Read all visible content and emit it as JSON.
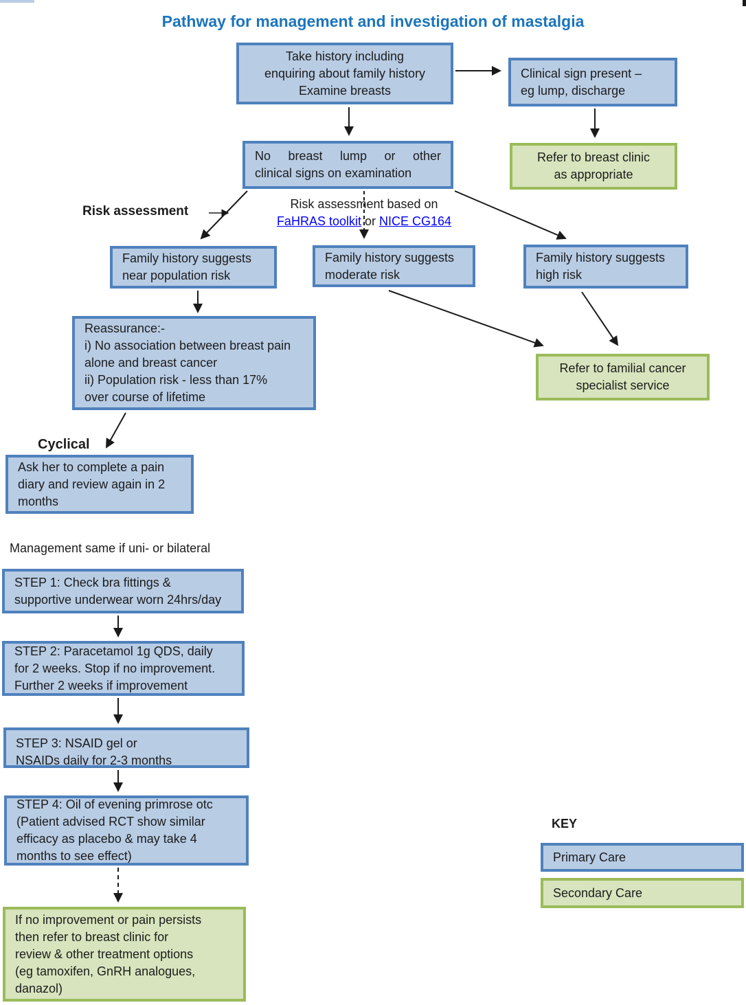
{
  "title": "Pathway for management and investigation of mastalgia",
  "colors": {
    "primary_care_fill": "#b8cce4",
    "primary_care_border": "#4f81bd",
    "secondary_care_fill": "#d7e4bd",
    "secondary_care_border": "#9bbb59",
    "title_text": "#1b75bc",
    "link_text": "#0000ff"
  },
  "flow": {
    "take_history": "Take history including\nenquiring about family history\nExamine breasts",
    "clinical_sign": "Clinical sign present –\neg lump, discharge",
    "no_breast_lump_line1": "No breast lump or other",
    "no_breast_lump_line2": "clinical signs on examination",
    "refer_breast_clinic": "Refer to breast clinic\nas appropriate",
    "risk_assessment_label": "Risk assessment",
    "risk_based_on": "Risk assessment based on",
    "fahras_link": "FaHRAS toolkit",
    "or_text": " or ",
    "nice_link": "NICE CG164",
    "family_near": "Family history suggests\nnear population risk",
    "family_moderate": "Family history suggests\nmoderate risk",
    "family_high": "Family history suggests\nhigh risk",
    "reassurance": "Reassurance:-\ni) No association between breast pain\nalone and breast cancer\nii) Population risk - less than 17%\nover course of lifetime",
    "refer_familial": "Refer to familial cancer\nspecialist service",
    "cyclical_label": "Cyclical",
    "pain_diary": "Ask her to complete a pain\ndiary and review again in 2\nmonths",
    "management_note": "Management same if uni- or bilateral",
    "step1": "STEP 1: Check bra fittings &\nsupportive underwear worn 24hrs/day",
    "step2": "STEP 2: Paracetamol 1g QDS, daily\nfor 2 weeks. Stop if no improvement.\nFurther 2 weeks if improvement",
    "step3": "STEP 3: NSAID gel or\nNSAIDs daily for 2-3 months",
    "step4": "STEP 4: Oil of evening primrose otc\n(Patient advised RCT show similar\nefficacy as placebo & may take 4\nmonths to see effect)",
    "final_referral": "If no improvement or pain persists\nthen refer to breast clinic for\nreview & other treatment options\n(eg tamoxifen, GnRH analogues,\ndanazol)"
  },
  "key": {
    "label": "KEY",
    "primary": "Primary Care",
    "secondary": "Secondary Care"
  }
}
